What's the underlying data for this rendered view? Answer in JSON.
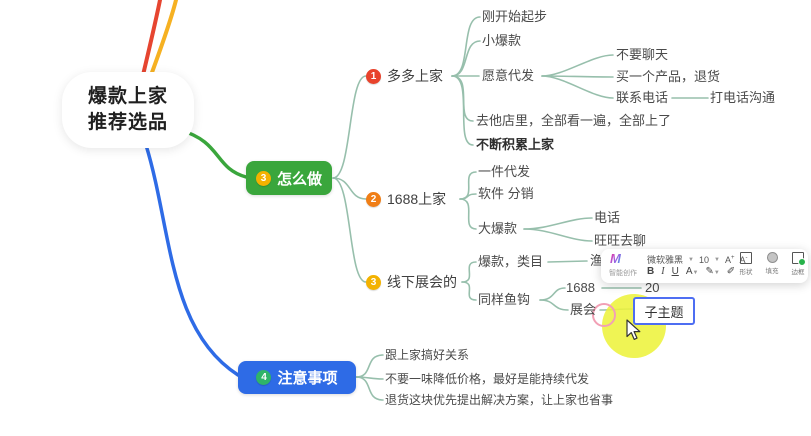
{
  "central_topic": {
    "line1": "爆款上家",
    "line2": "推荐选品"
  },
  "branches": {
    "how": {
      "badge": "3",
      "label": "怎么做"
    },
    "notes": {
      "badge": "4",
      "label": "注意事项"
    }
  },
  "topics": {
    "duoduo": {
      "badge": "1",
      "label": "多多上家"
    },
    "t1688": {
      "badge": "2",
      "label": "1688上家"
    },
    "offline": {
      "badge": "3",
      "label": "线下展会的"
    },
    "just_start": "刚开始起步",
    "small_hit": "小爆款",
    "willing_consign": "愿意代发",
    "no_chat": "不要聊天",
    "buy_one_return": "买一个产品，退货",
    "contact_phone": "联系电话",
    "call_communicate": "打电话沟通",
    "visit_store": "去他店里，全部看一遍，全部上了",
    "keep_accumulating": "不断积累上家",
    "one_piece": "一件代发",
    "software_distribution": "软件 分销",
    "big_hit": "大爆款",
    "phone": "电话",
    "wangwang_chat": "旺旺去聊",
    "hit_category": "爆款，类目",
    "fishing": "渔",
    "same_hook": "同样鱼钩",
    "n1688": "1688",
    "n20": "20",
    "exhibition": "展会",
    "subtopic_editing": "子主题",
    "good_relation": "跟上家搞好关系",
    "no_price_cut": "不要一味降低价格，最好是能持续代发",
    "return_solution": "退货这块优先提出解决方案，让上家也省事"
  },
  "toolbar": {
    "logo": "M",
    "logo_label": "智能创作",
    "font_family": "微软雅黑",
    "font_size": "10",
    "bold": "B",
    "italic": "I",
    "underline": "U",
    "font_color": "A",
    "shape_label": "形状",
    "fill_label": "填充",
    "border_label": "边框"
  },
  "colors": {
    "branch_how": "#3aa63c",
    "branch_notes": "#2e6be6",
    "line_red": "#e64530",
    "line_orange": "#f6b122",
    "connector": "#97bfac",
    "badge_1": "#e8432c",
    "badge_2": "#f07e16",
    "badge_3": "#f3b200",
    "badge_4": "#2fb469",
    "edit_border": "#4e6ef2",
    "highlight_yellow": "#edf23c",
    "highlight_pink": "#f2a0b5"
  }
}
